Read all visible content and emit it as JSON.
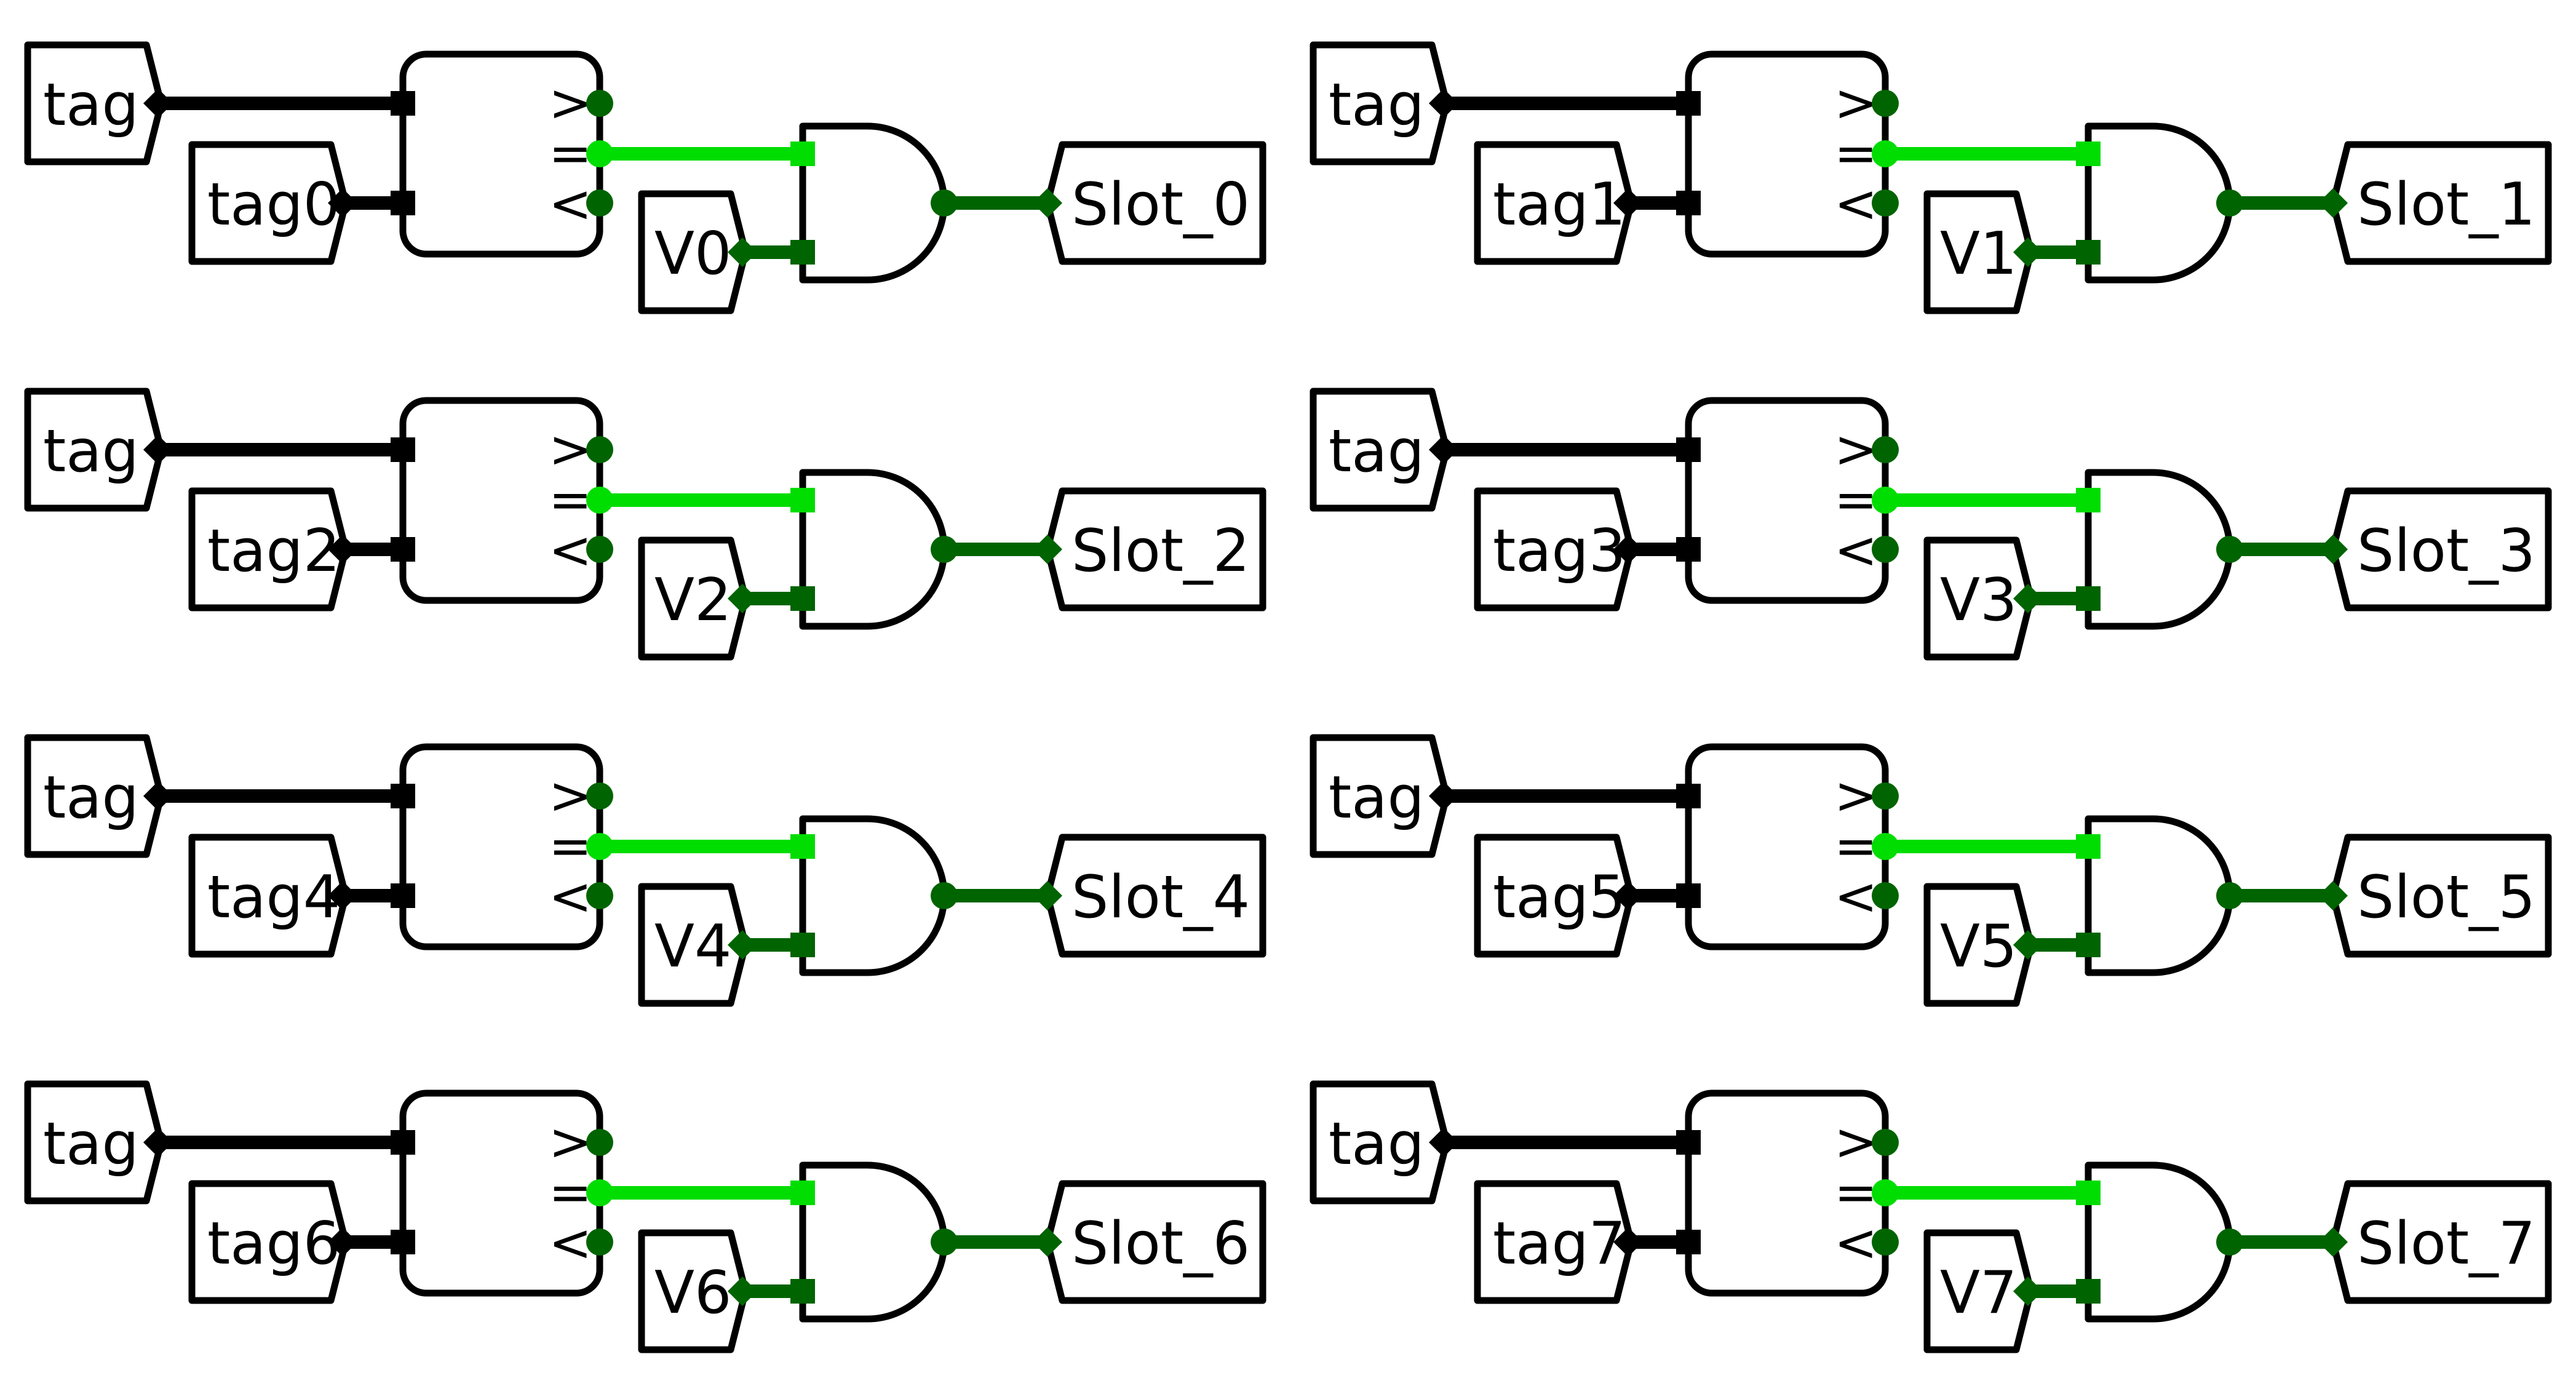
{
  "colors": {
    "bus_wire": "#000000",
    "equal_wire": "#00dd00",
    "logic_wire": "#006400",
    "port_dot": "#006400",
    "background": "#ffffff"
  },
  "comparator_symbols": {
    "greater": ">",
    "equal": "=",
    "less": "<"
  },
  "slots": [
    {
      "tag_input": "tag",
      "tag_index": "tag0",
      "valid": "V0",
      "output": "Slot_0"
    },
    {
      "tag_input": "tag",
      "tag_index": "tag1",
      "valid": "V1",
      "output": "Slot_1"
    },
    {
      "tag_input": "tag",
      "tag_index": "tag2",
      "valid": "V2",
      "output": "Slot_2"
    },
    {
      "tag_input": "tag",
      "tag_index": "tag3",
      "valid": "V3",
      "output": "Slot_3"
    },
    {
      "tag_input": "tag",
      "tag_index": "tag4",
      "valid": "V4",
      "output": "Slot_4"
    },
    {
      "tag_input": "tag",
      "tag_index": "tag5",
      "valid": "V5",
      "output": "Slot_5"
    },
    {
      "tag_input": "tag",
      "tag_index": "tag6",
      "valid": "V6",
      "output": "Slot_6"
    },
    {
      "tag_input": "tag",
      "tag_index": "tag7",
      "valid": "V7",
      "output": "Slot_7"
    }
  ]
}
